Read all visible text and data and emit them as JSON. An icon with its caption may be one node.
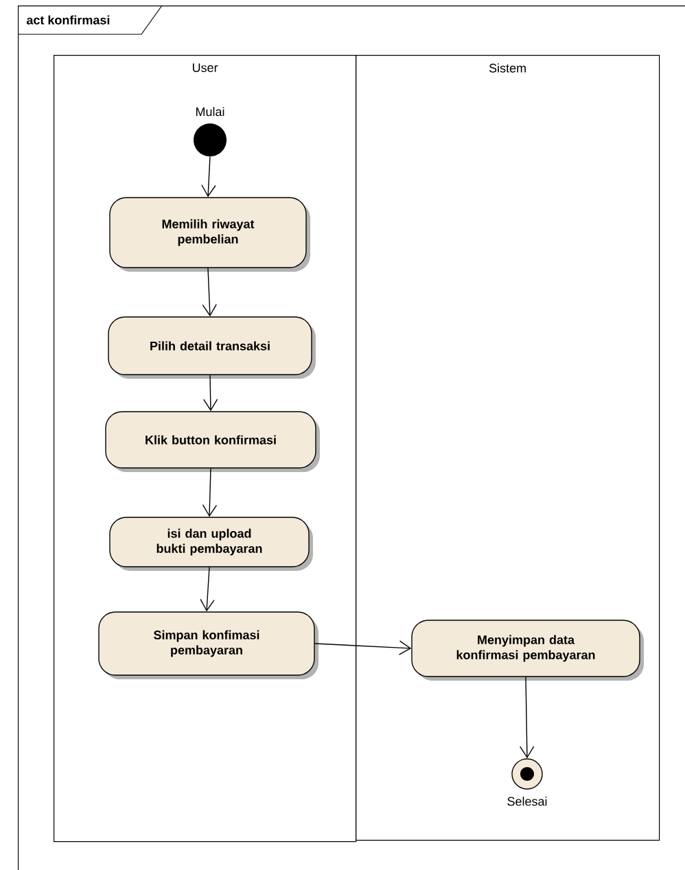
{
  "diagram": {
    "nodes": [
      {
        "text": [
          "act konfirmasi"
        ]
      },
      {
        "text": [
          "User"
        ],
        "in": 0
      },
      {
        "text": [
          "Sistem"
        ],
        "in": 0
      },
      {
        "text": [],
        "shape": "circle",
        "beside": [
          "Mulai"
        ],
        "in": 1
      },
      {
        "text": [
          "Memilih riwayat pembelian"
        ],
        "in": 1
      },
      {
        "text": [
          "Pilih detail transaksi"
        ],
        "in": 1
      },
      {
        "text": [
          "Klik button konfirmasi"
        ],
        "in": 1
      },
      {
        "text": [
          "isi dan upload bukti pembayaran"
        ],
        "in": 1
      },
      {
        "text": [
          "Simpan konfimasi pembayaran"
        ],
        "in": 1
      },
      {
        "text": [
          "Menyimpan data konfirmasi pembayaran"
        ],
        "in": 2
      },
      {
        "text": [],
        "shape": "circle",
        "beside": [
          "Selesai"
        ],
        "in": 2
      }
    ],
    "edges": [
      {
        "from": 3,
        "to": 4,
        "arrow": "to"
      },
      {
        "from": 4,
        "to": 5,
        "arrow": "to"
      },
      {
        "from": 5,
        "to": 6,
        "arrow": "to"
      },
      {
        "from": 6,
        "to": 7,
        "arrow": "to"
      },
      {
        "from": 7,
        "to": 8,
        "arrow": "to"
      },
      {
        "from": 8,
        "to": 9,
        "arrow": "to"
      },
      {
        "from": 9,
        "to": 10,
        "arrow": "to"
      }
    ]
  }
}
